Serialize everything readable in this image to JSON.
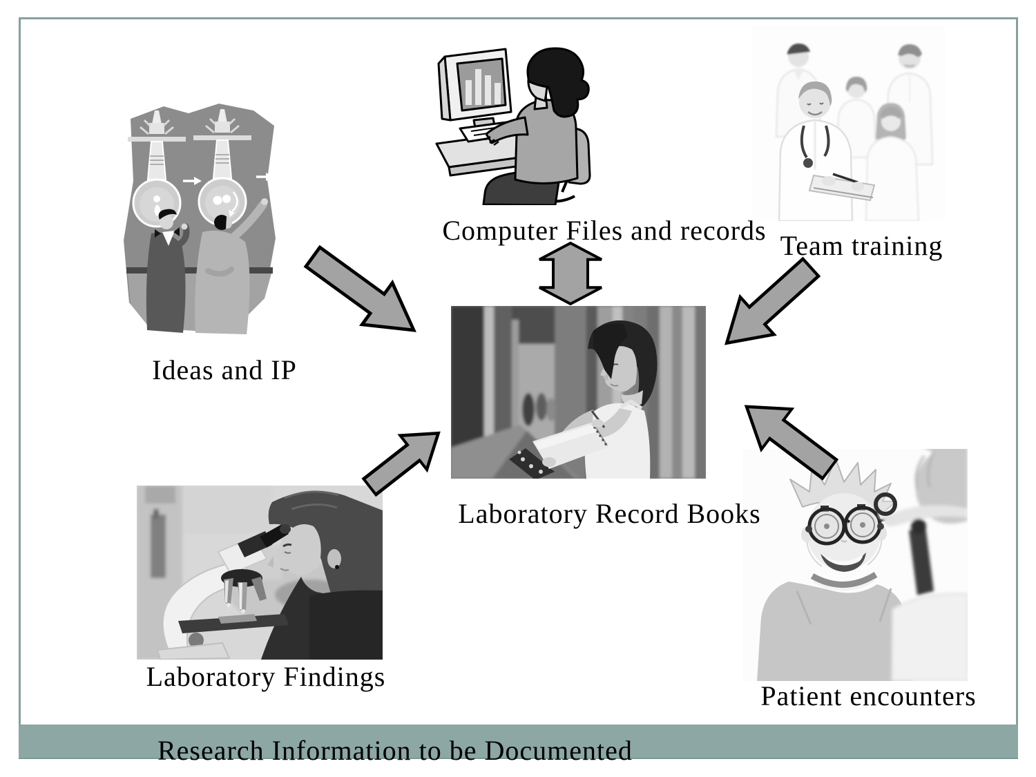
{
  "slide": {
    "frame": {
      "border_color": "#85a09e",
      "background": "#ffffff"
    },
    "footer": {
      "label": "Research Information to be Documented",
      "bar_color": "#8ca7a4"
    },
    "arrow_style": {
      "fill": "#a3a3a3",
      "outline": "#000000"
    },
    "center": {
      "label": "Laboratory Record Books",
      "image": "photo-woman-writing-in-lab-record-book"
    },
    "sources": [
      {
        "id": "ideas-and-ip",
        "label": "Ideas and IP",
        "image": "clipart-two-scientists-with-flasks"
      },
      {
        "id": "computer-files",
        "label": "Computer Files and records",
        "image": "clipart-woman-at-computer"
      },
      {
        "id": "team-training",
        "label": "Team training",
        "image": "photo-medical-team"
      },
      {
        "id": "laboratory-findings",
        "label": "Laboratory Findings",
        "image": "photo-scientist-using-microscope"
      },
      {
        "id": "patient-encounters",
        "label": "Patient encounters",
        "image": "photo-child-eye-exam"
      }
    ],
    "arrows": [
      {
        "name": "ideas-to-records",
        "direction": "down-right"
      },
      {
        "name": "computer-to-records",
        "direction": "bidirectional-vertical"
      },
      {
        "name": "team-to-records",
        "direction": "down-left"
      },
      {
        "name": "findings-to-records",
        "direction": "up-right"
      },
      {
        "name": "patient-to-records",
        "direction": "up-left"
      }
    ]
  }
}
